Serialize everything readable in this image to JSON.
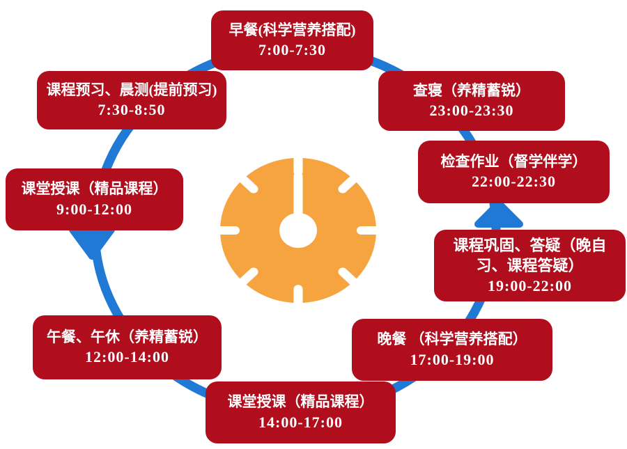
{
  "diagram": {
    "description": "daily-schedule-cycle",
    "items": [
      {
        "id": "breakfast",
        "label": "早餐(科学营养搭配)",
        "time": "7:00-7:30"
      },
      {
        "id": "morning-prep",
        "label": "课程预习、晨测(提前预习)",
        "time": "7:30-8:50"
      },
      {
        "id": "class-morning",
        "label": "课堂授课（精品课程）",
        "time": "9:00-12:00"
      },
      {
        "id": "lunch-nap",
        "label": "午餐、午休（养精蓄锐）",
        "time": "12:00-14:00"
      },
      {
        "id": "class-afternoon",
        "label": "课堂授课（精品课程）",
        "time": "14:00-17:00"
      },
      {
        "id": "dinner",
        "label": "晚餐 （科学营养搭配）",
        "time": "17:00-19:00"
      },
      {
        "id": "evening-study",
        "label": "课程巩固、答疑（晚自习、课程答疑）",
        "time": "19:00-22:00"
      },
      {
        "id": "homework-check",
        "label": "检查作业（督学伴学）",
        "time": "22:00-22:30"
      },
      {
        "id": "dorm-check",
        "label": "查寝（养精蓄锐）",
        "time": "23:00-23:30"
      }
    ],
    "icons": {
      "center": "clock-icon",
      "left": "arrow-down-icon",
      "right": "arrow-up-icon"
    },
    "colors": {
      "box": "#b00d1d",
      "ring": "#1f79d5",
      "clock": "#f6a43f",
      "text": "#ffffff"
    }
  }
}
